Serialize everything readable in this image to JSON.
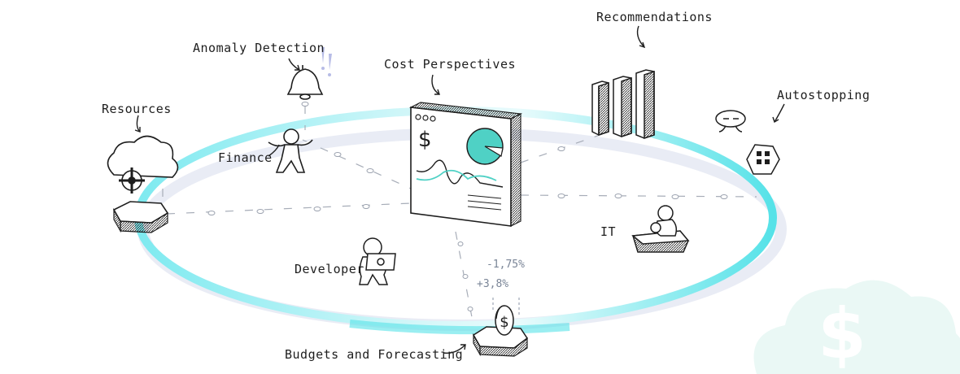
{
  "labels": {
    "recommendations": "Recommendations",
    "anomaly_detection": "Anomaly Detection",
    "cost_perspectives": "Cost Perspectives",
    "autostopping": "Autostopping",
    "resources": "Resources",
    "finance": "Finance",
    "developer": "Developer",
    "it": "IT",
    "budgets": "Budgets and Forecasting"
  },
  "dashboard": {
    "currency_symbol": "$"
  },
  "forecast": {
    "change_down": "-1,75%",
    "change_up": "+3,8%"
  },
  "coin_symbol": "$",
  "cloud_symbol": "$",
  "colors": {
    "ring": "#56e2e8",
    "accent": "#4fd1c5",
    "ink": "#1e1e1e",
    "muted": "#8a93a6",
    "cloud_watermark": "#eaf8f5"
  }
}
